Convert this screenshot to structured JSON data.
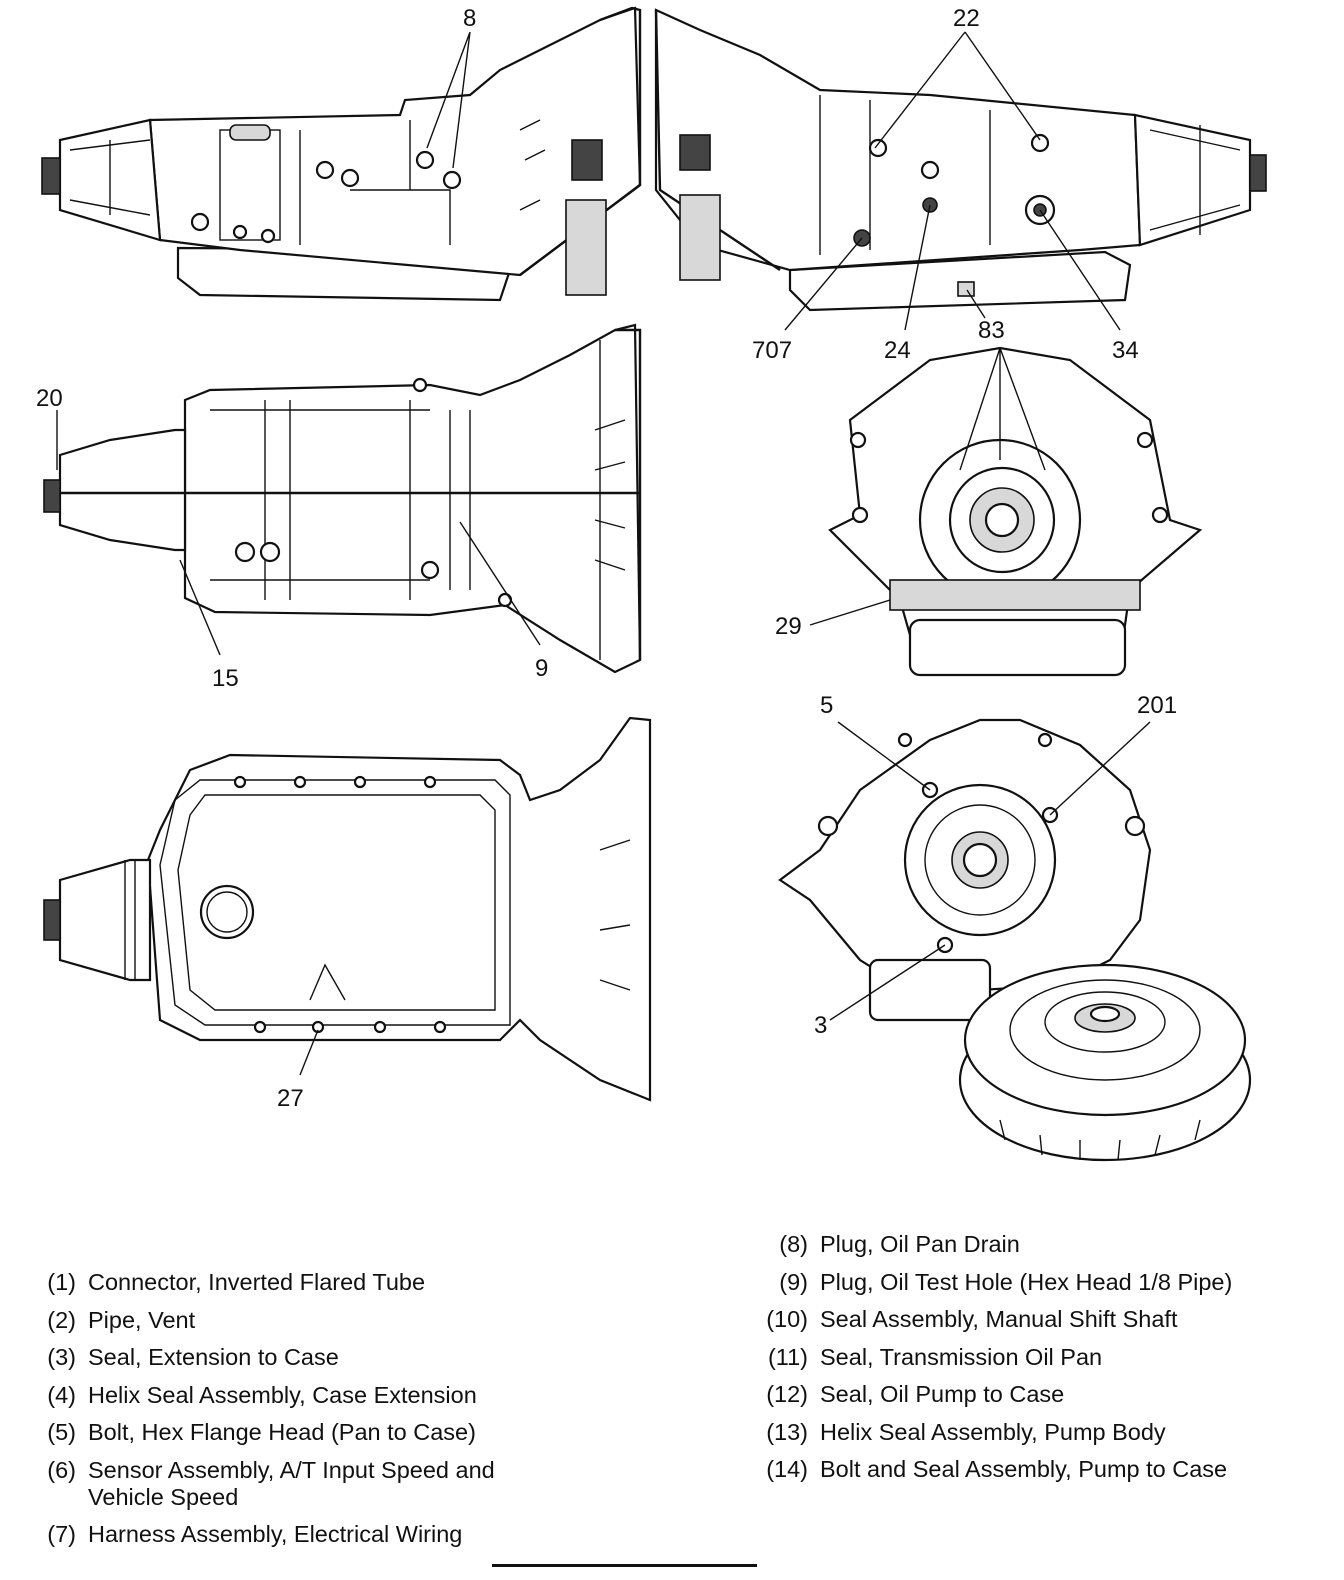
{
  "callouts": {
    "c8": "8",
    "c22": "22",
    "c707": "707",
    "c24": "24",
    "c83": "83",
    "c34": "34",
    "c20": "20",
    "c15": "15",
    "c9": "9",
    "c29": "29",
    "c5": "5",
    "c201": "201",
    "c3": "3",
    "c27": "27"
  },
  "legend_left": [
    {
      "num": "(1)",
      "text": "Connector, Inverted Flared Tube"
    },
    {
      "num": "(2)",
      "text": "Pipe, Vent"
    },
    {
      "num": "(3)",
      "text": "Seal, Extension to Case"
    },
    {
      "num": "(4)",
      "text": "Helix Seal Assembly, Case Extension"
    },
    {
      "num": "(5)",
      "text": "Bolt, Hex Flange Head (Pan to Case)"
    },
    {
      "num": "(6)",
      "text": "Sensor Assembly, A/T Input Speed and",
      "text2": "Vehicle Speed"
    },
    {
      "num": "(7)",
      "text": "Harness Assembly, Electrical Wiring"
    }
  ],
  "legend_right": [
    {
      "num": "(8)",
      "text": "Plug, Oil Pan Drain"
    },
    {
      "num": "(9)",
      "text": "Plug, Oil Test Hole (Hex Head 1/8 Pipe)"
    },
    {
      "num": "(10)",
      "text": "Seal Assembly, Manual Shift Shaft"
    },
    {
      "num": "(11)",
      "text": "Seal, Transmission Oil Pan"
    },
    {
      "num": "(12)",
      "text": "Seal, Oil Pump to Case"
    },
    {
      "num": "(13)",
      "text": "Helix Seal Assembly, Pump Body"
    },
    {
      "num": "(14)",
      "text": "Bolt and Seal Assembly, Pump to Case"
    }
  ]
}
